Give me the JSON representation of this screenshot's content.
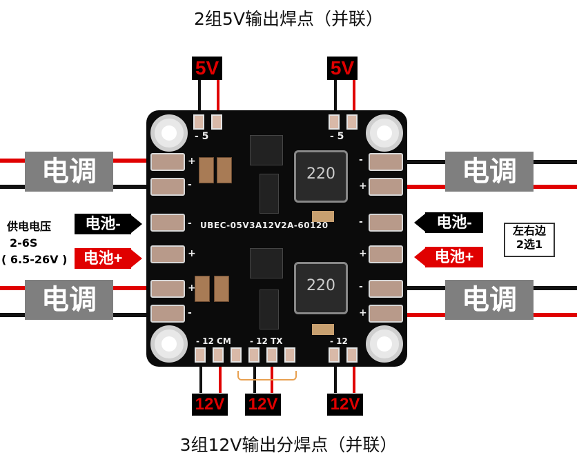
{
  "top_title": "2组5V输出焊点（并联）",
  "bottom_title": "3组12V输出分焊点（并联）",
  "labels": {
    "v5": "5V",
    "v12": "12V",
    "esc": "电调",
    "battery_neg": "电池-",
    "battery_pos": "电池+",
    "plus": "+",
    "minus": "-"
  },
  "left_note": {
    "line1": "供电电压",
    "line2": "2-6S",
    "line3": "( 6.5-26V )"
  },
  "right_note": {
    "line1": "左右边",
    "line2": "2选1"
  },
  "board": {
    "silkscreen": "UBEC-05V3A12V2A-60120",
    "inductor_label": "220",
    "top_left_pads": "-  5",
    "top_right_pads": "-  5",
    "bottom_pads_left": "-  12 CM",
    "bottom_pads_mid": "-  12  TX",
    "bottom_pads_right": "-  12"
  },
  "colors": {
    "positive": "#e00000",
    "negative": "#111111",
    "esc_box": "#7f7f7f"
  }
}
